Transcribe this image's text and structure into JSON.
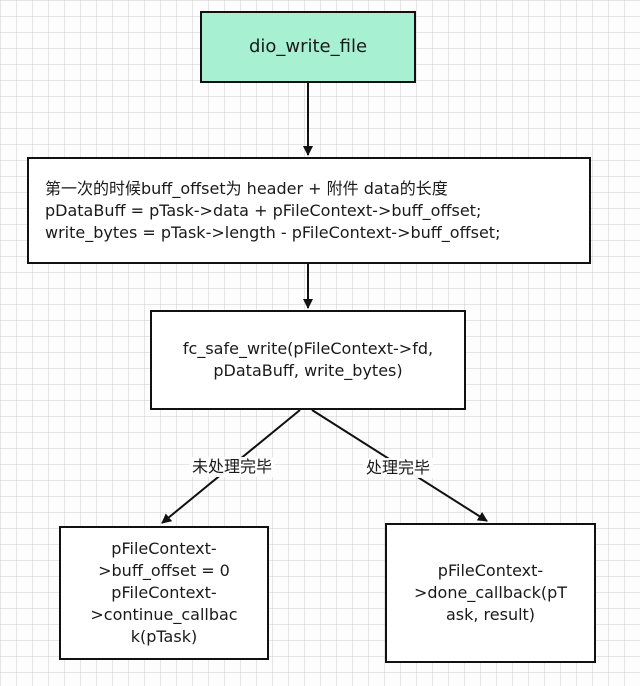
{
  "nodes": {
    "start": {
      "text": "dio_write_file"
    },
    "step": {
      "text": "第一次的时候buff_offset为 header + 附件 data的长度\npDataBuff = pTask->data + pFileContext->buff_offset;\nwrite_bytes = pTask->length - pFileContext->buff_offset;"
    },
    "write": {
      "text": "fc_safe_write(pFileContext->fd,\npDataBuff, write_bytes)"
    },
    "pending": {
      "text": "pFileContext-\n>buff_offset = 0\npFileContext-\n>continue_callbac\nk(pTask)"
    },
    "done": {
      "text": "pFileContext-\n>done_callback(pT\nask, result)"
    }
  },
  "edges": {
    "pending_label": "未处理完毕",
    "done_label": "处理完毕"
  },
  "colors": {
    "start_fill": "#a8f0d2",
    "box_fill": "#ffffff",
    "stroke": "#111111"
  }
}
